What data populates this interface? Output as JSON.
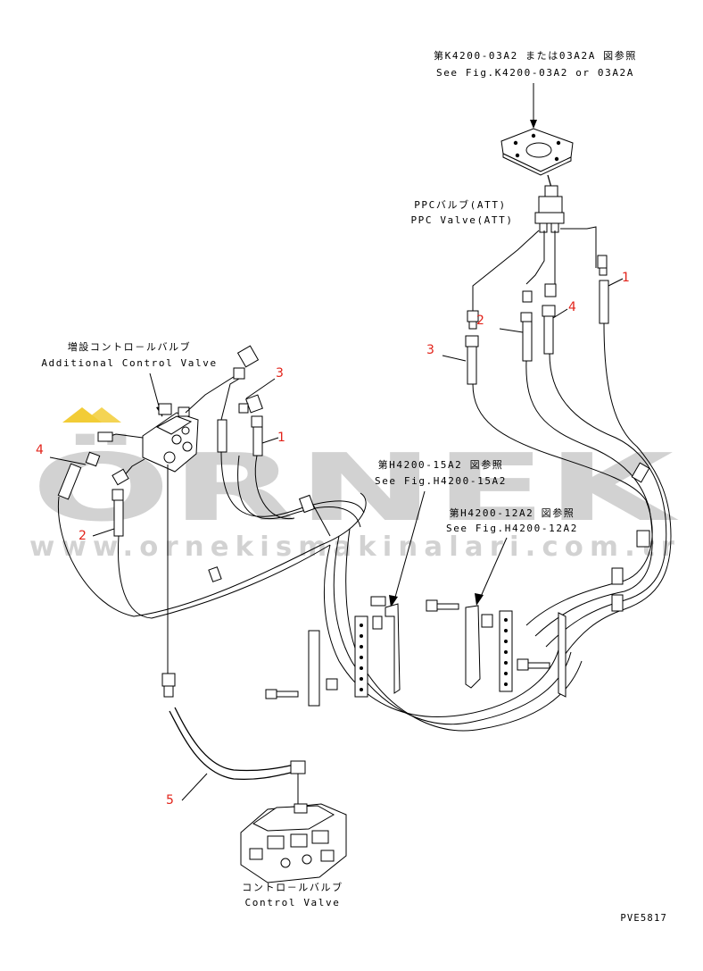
{
  "watermark": {
    "brand": "ÖRNEK",
    "url": "www.ornekismakinalari.com.tr",
    "accent_color": "#f2cc36",
    "text_color": "#d2d2d2"
  },
  "labels": {
    "fig_ref_top_jp": "第K4200-03A2 または03A2A 図参照",
    "fig_ref_top_en": "See Fig.K4200-03A2 or 03A2A",
    "ppc_valve_jp": "PPCバルブ(ATT)",
    "ppc_valve_en": "PPC Valve(ATT)",
    "add_valve_jp": "増設コントロ－ルバルブ",
    "add_valve_en": "Additional Control Valve",
    "fig_ref_15_jp": "第H4200-15A2 図参照",
    "fig_ref_15_en": "See Fig.H4200-15A2",
    "fig_ref_12_jp": "第H4200-12A2 図参照",
    "fig_ref_12_en": "See Fig.H4200-12A2",
    "control_valve_jp": "コントロ－ルバルブ",
    "control_valve_en": "Control Valve",
    "drawing_code": "PVE5817"
  },
  "part_numbers": {
    "ppc_1": "1",
    "ppc_2": "2",
    "ppc_3": "3",
    "ppc_4": "4",
    "add_1": "1",
    "add_2": "2",
    "add_3": "3",
    "add_4": "4",
    "hose_5": "5"
  },
  "colors": {
    "callout_number": "#e2231a",
    "line": "#000000"
  }
}
